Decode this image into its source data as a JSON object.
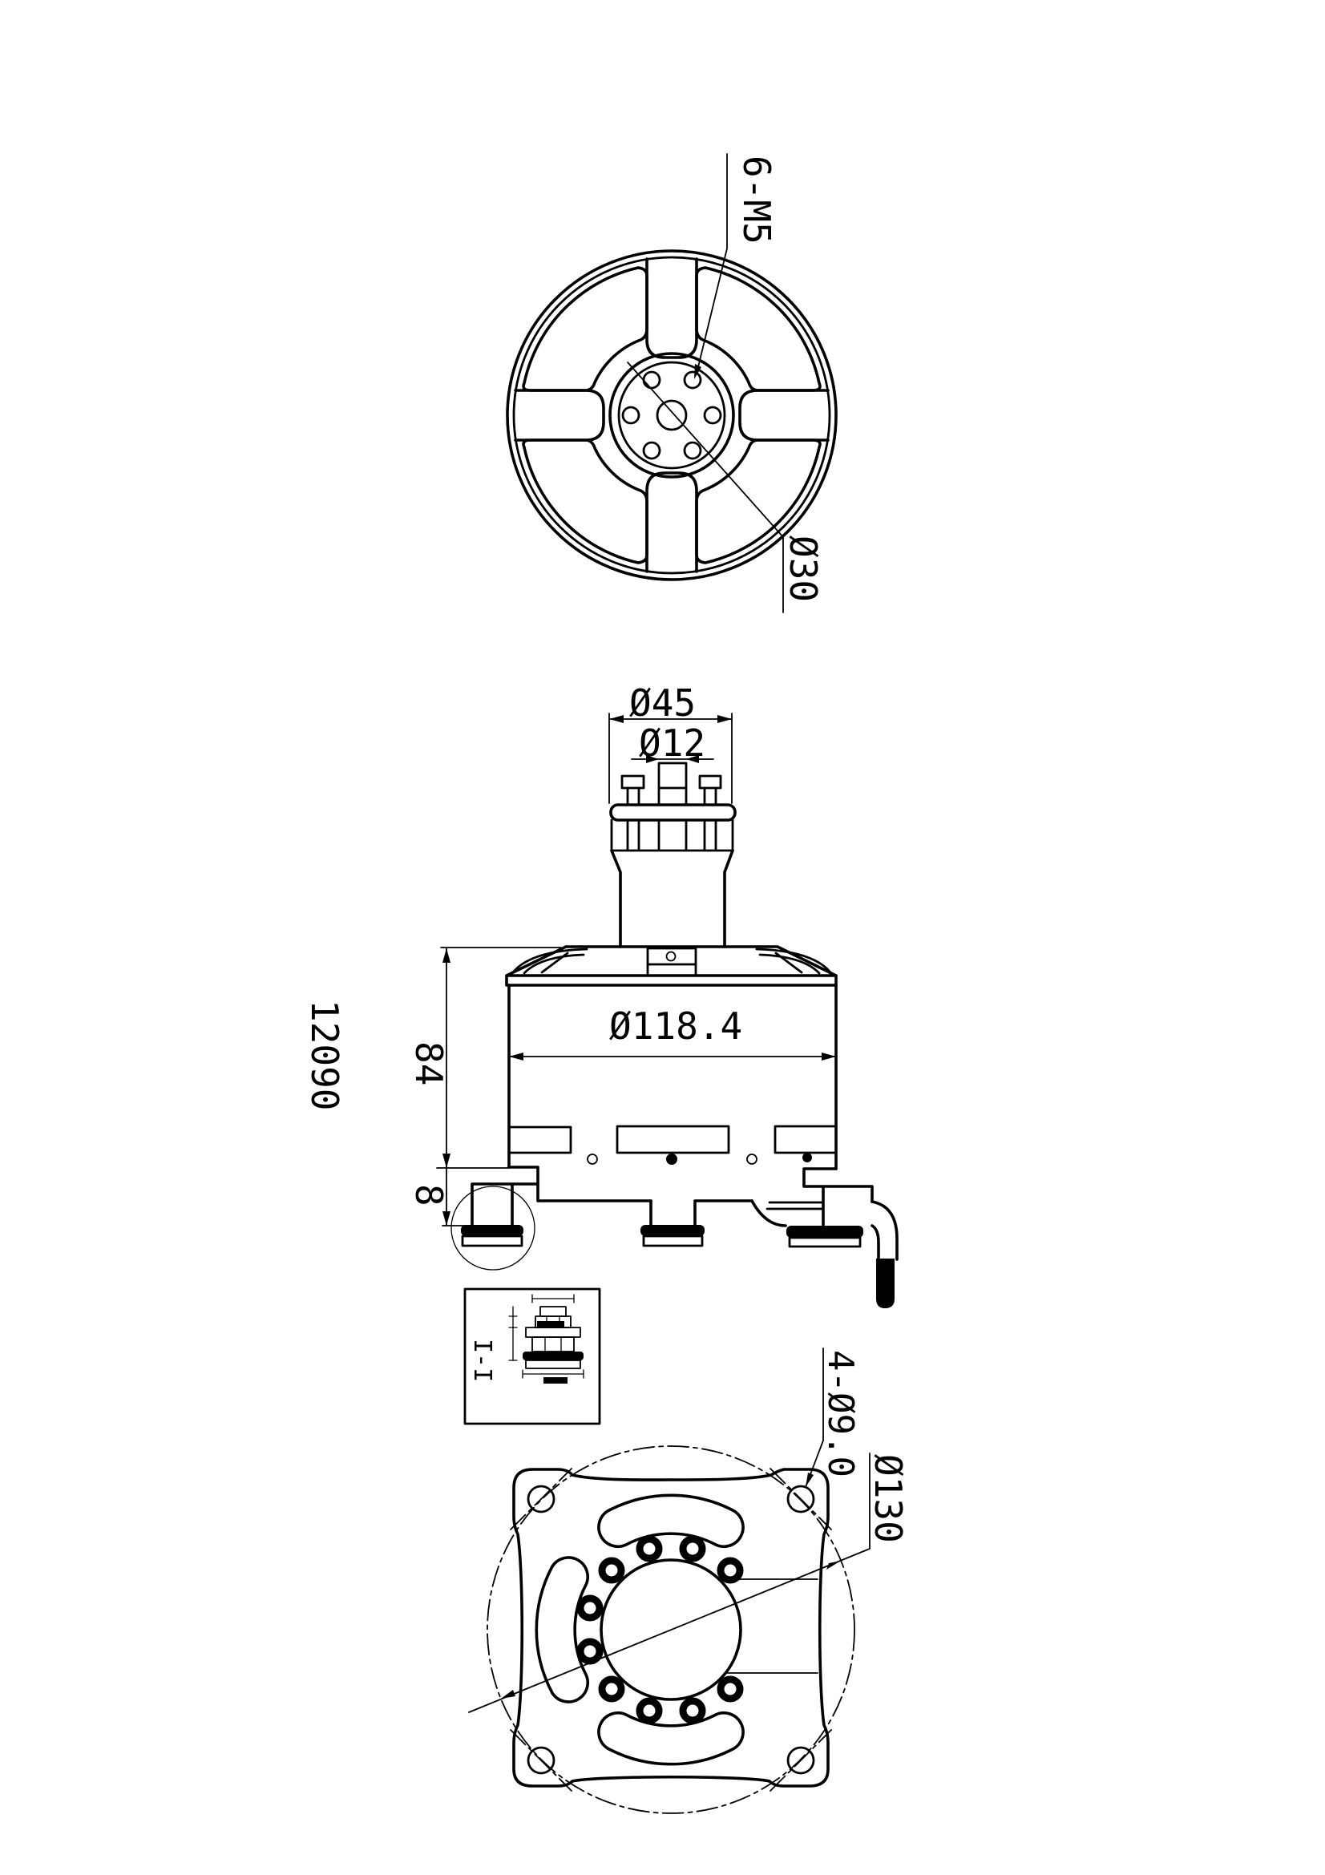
{
  "colors": {
    "background": "#ffffff",
    "line": "#000000"
  },
  "views": {
    "top": {
      "thread_callout": "6-M5",
      "bolt_circle_dia": "Ø30"
    },
    "side": {
      "adapter_dia": "Ø45",
      "shaft_dia": "Ø12",
      "stator_dia": "Ø118.4",
      "body_height": "84",
      "base_height": "8",
      "model_code": "12090"
    },
    "detail": {
      "section_label": "I-I"
    },
    "bottom": {
      "mount_hole_callout": "4-Ø9.0",
      "mount_circle_dia": "Ø130"
    }
  }
}
